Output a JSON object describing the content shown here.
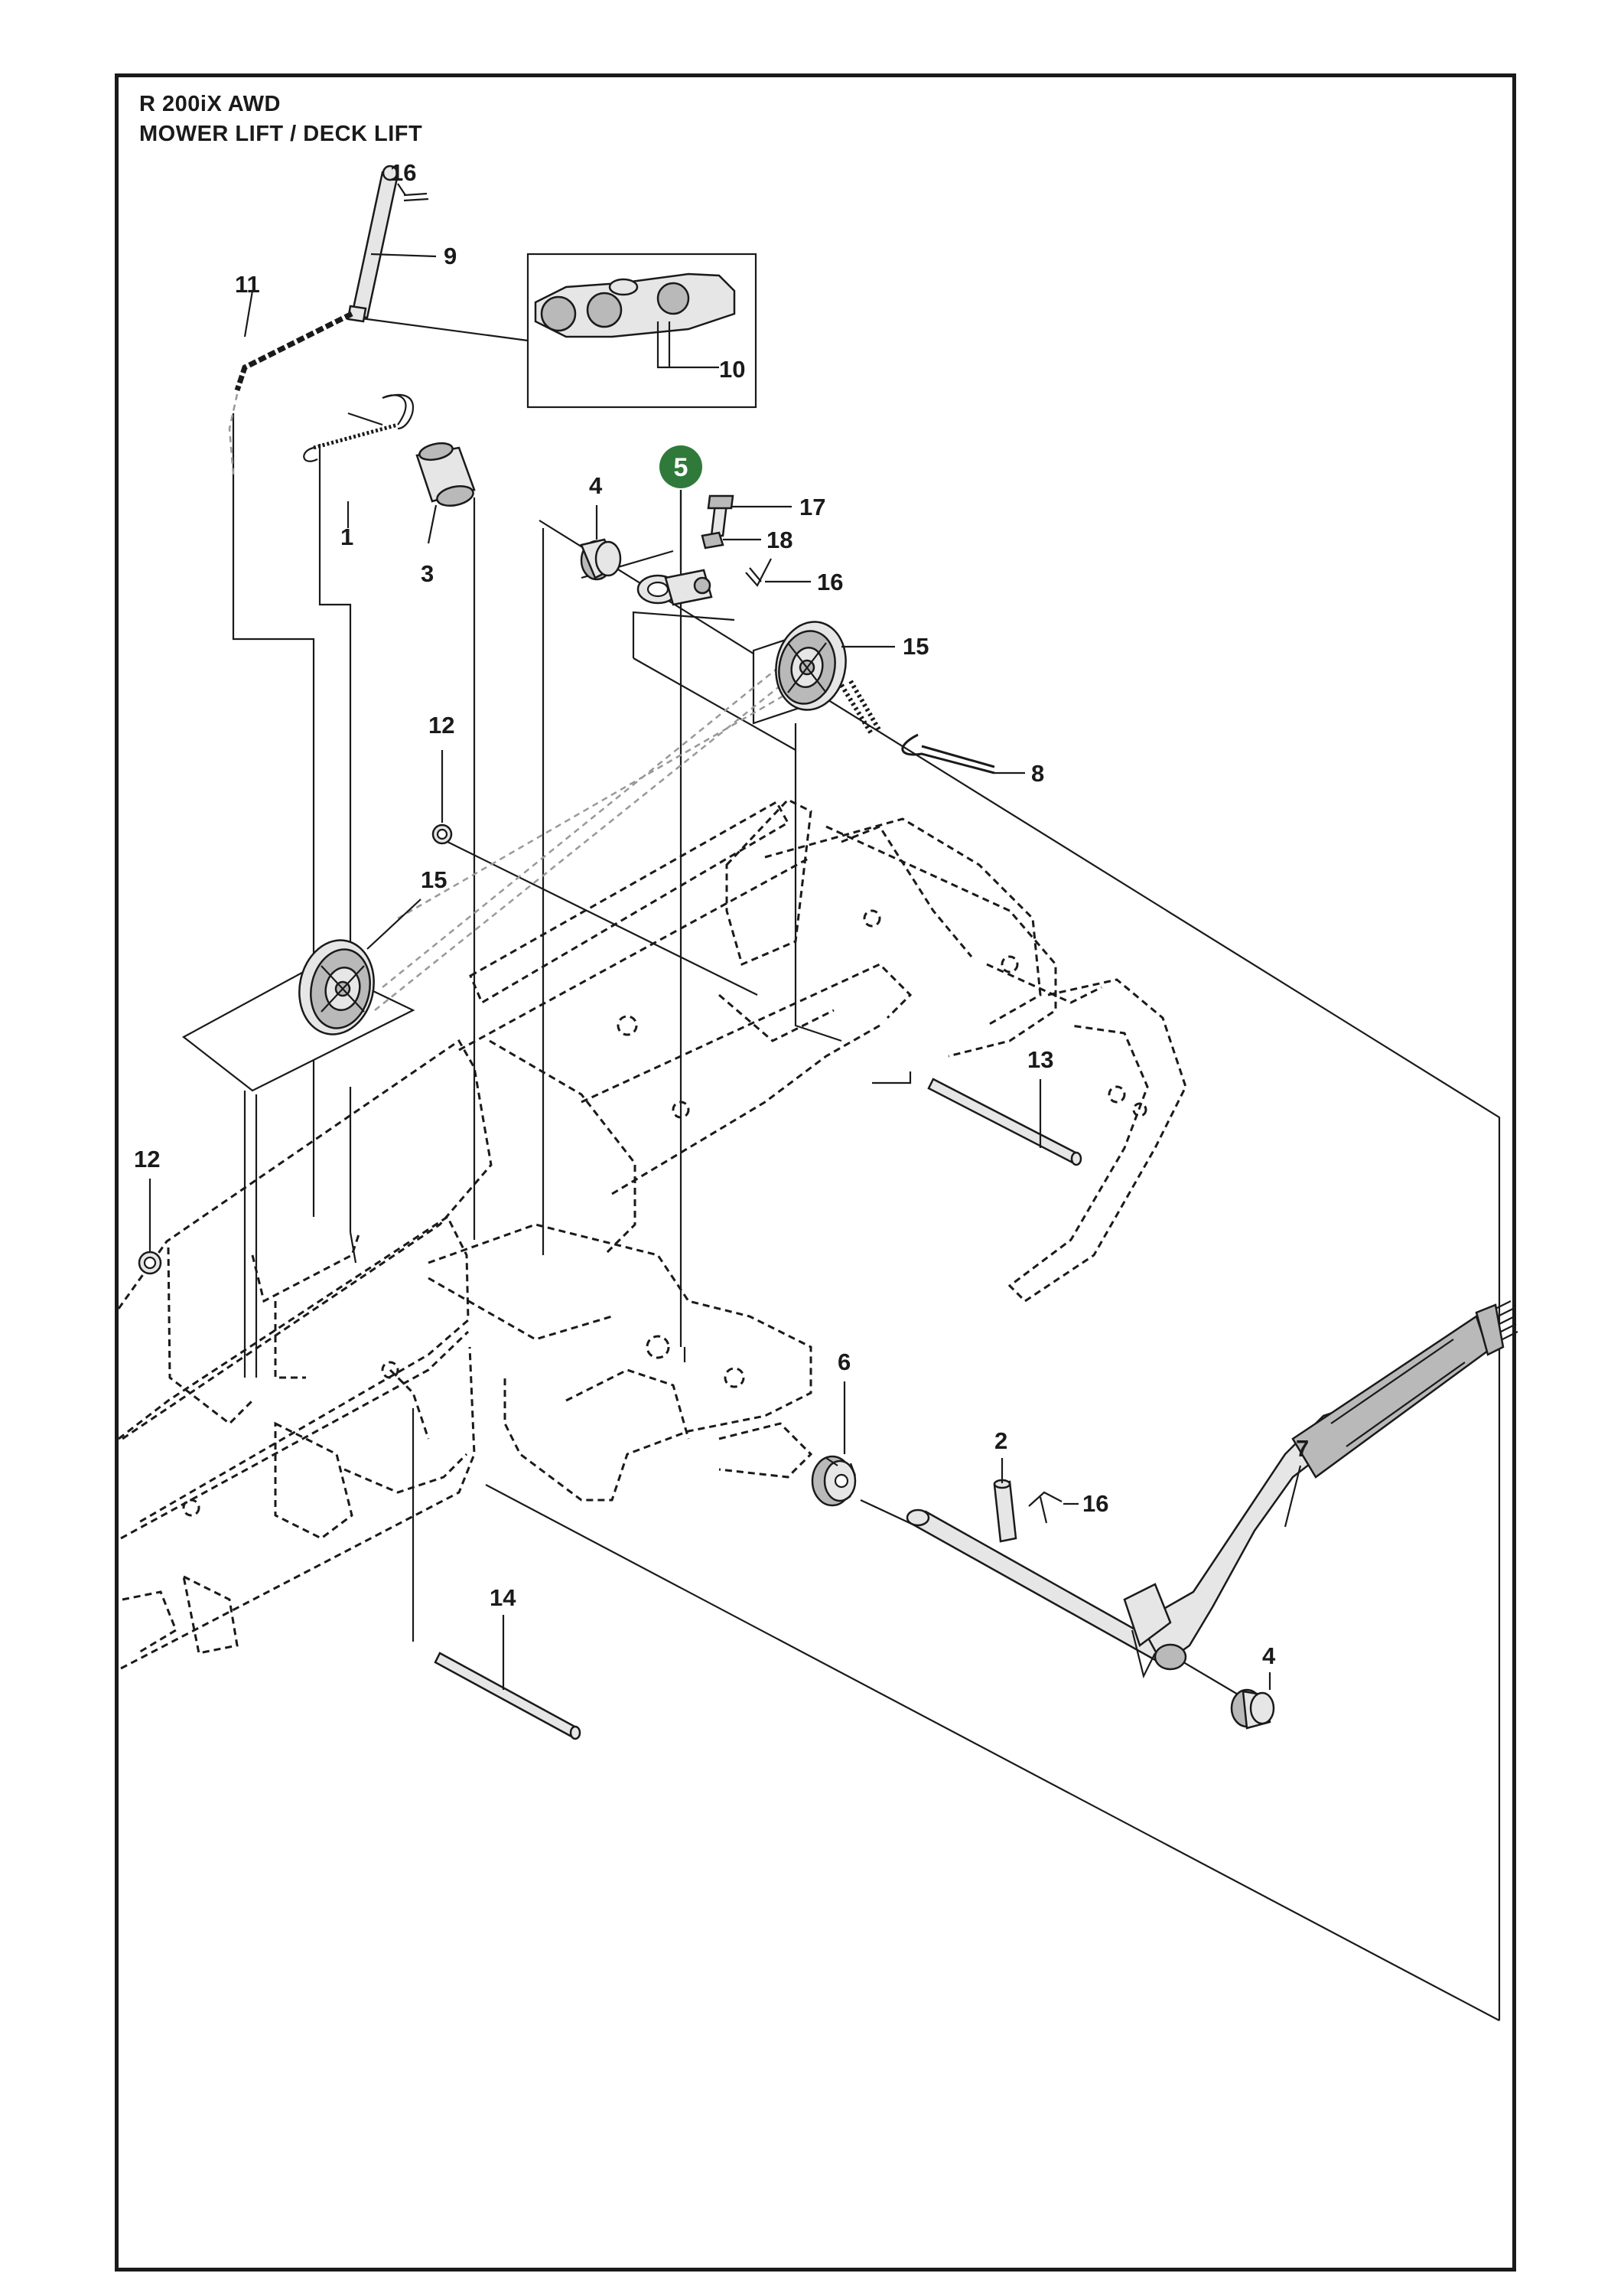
{
  "header": {
    "model": "R 200iX AWD",
    "section": "MOWER LIFT / DECK LIFT"
  },
  "highlight_color": "#2f7a3a",
  "callouts": {
    "c1": "1",
    "c2": "2",
    "c3": "3",
    "c4a": "4",
    "c4b": "4",
    "c5": "5",
    "c6": "6",
    "c7": "7",
    "c8": "8",
    "c9": "9",
    "c10": "10",
    "c11": "11",
    "c12a": "12",
    "c12b": "12",
    "c13": "13",
    "c14": "14",
    "c15a": "15",
    "c15b": "15",
    "c16a": "16",
    "c16b": "16",
    "c16c": "16",
    "c17": "17",
    "c18": "18"
  }
}
